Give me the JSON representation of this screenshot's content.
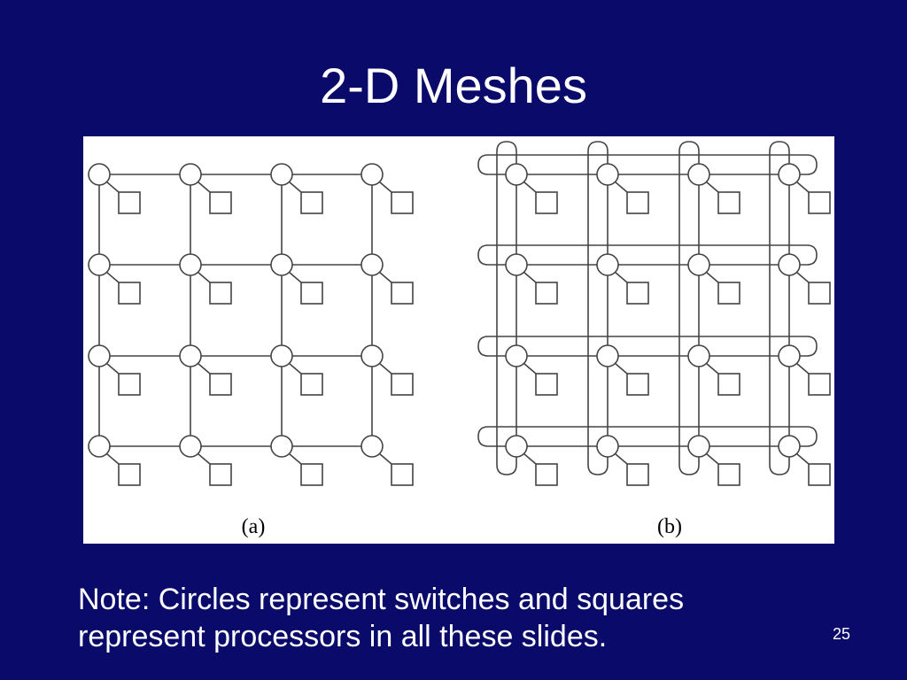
{
  "slide": {
    "title": "2-D Meshes",
    "note": "Note: Circles represent switches and squares represent processors in all these slides.",
    "page_number": "25"
  },
  "figure": {
    "background": "#ffffff",
    "stroke": "#444444",
    "panels": [
      {
        "label": "(a)",
        "topology": "mesh",
        "rows": 4,
        "cols": 4,
        "wraparound": false
      },
      {
        "label": "(b)",
        "topology": "torus",
        "rows": 4,
        "cols": 4,
        "wraparound": true
      }
    ]
  },
  "colors": {
    "slide_background": "#0a0a6b",
    "text": "#ffffff"
  }
}
